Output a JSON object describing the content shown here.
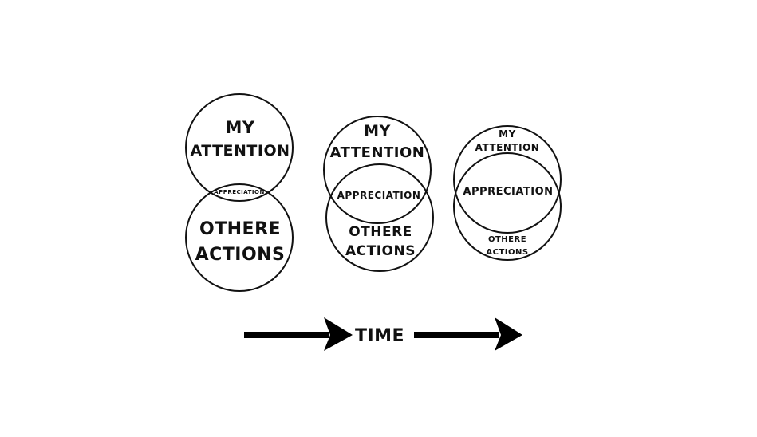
{
  "diagram": {
    "stages": [
      {
        "my_line1": "MY",
        "my_line2": "ATTENTION",
        "overlap": "APPRECIATION",
        "others_line1": "OTHERE",
        "others_line2": "ACTIONS"
      },
      {
        "my_line1": "MY",
        "my_line2": "ATTENTION",
        "overlap": "APPRECIATION",
        "others_line1": "OTHERE",
        "others_line2": "ACTIONS"
      },
      {
        "my_line1": "MY",
        "my_line2": "ATTENTION",
        "overlap": "APPRECIATION",
        "others_line1": "OTHERE",
        "others_line2": "ACTIONS"
      }
    ],
    "time_label": "TIME"
  }
}
